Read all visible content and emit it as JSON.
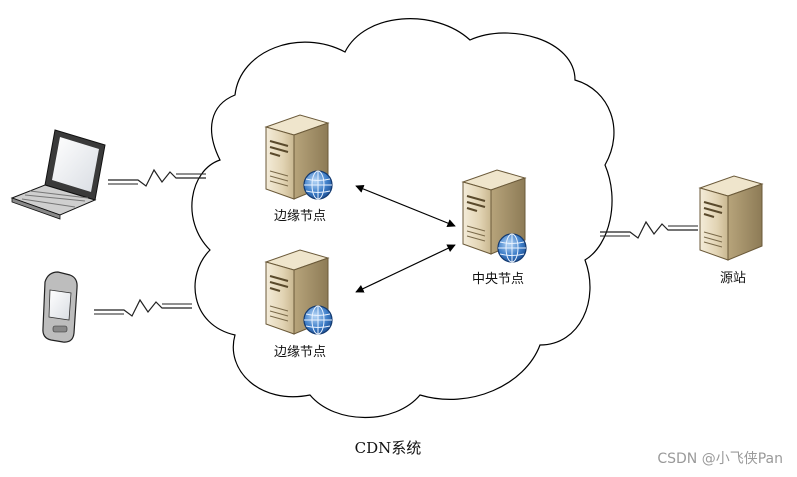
{
  "nodes": {
    "edge_top": "边缘节点",
    "edge_bottom": "边缘节点",
    "central": "中央节点",
    "origin": "源站"
  },
  "caption": "CDN系统",
  "watermark": "CSDN @小飞侠Pan"
}
